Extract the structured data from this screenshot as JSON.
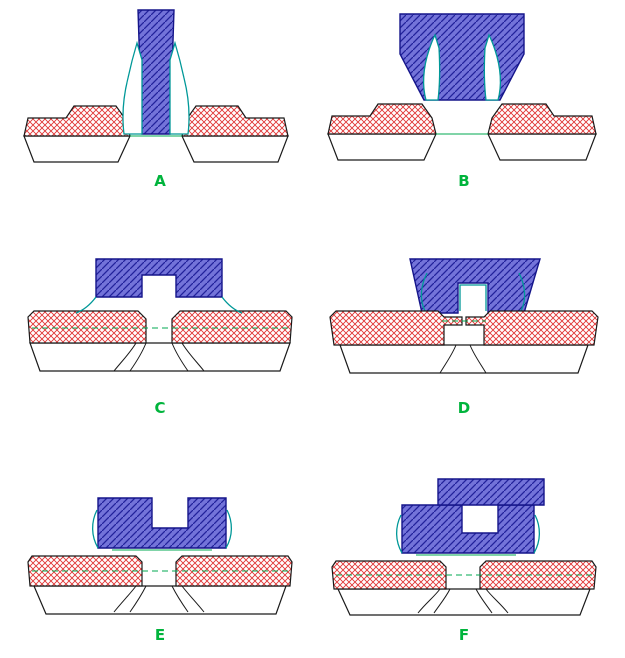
{
  "diagram": {
    "figures": [
      {
        "id": "A",
        "label": "A"
      },
      {
        "id": "B",
        "label": "B"
      },
      {
        "id": "C",
        "label": "C"
      },
      {
        "id": "D",
        "label": "D"
      },
      {
        "id": "E",
        "label": "E"
      },
      {
        "id": "F",
        "label": "F"
      }
    ],
    "palette": {
      "background": "#ffffff",
      "gate_fill": "#7373d9",
      "gate_hatch_line": "#22229b",
      "gate_outline": "#15158a",
      "source_drain_hatch": "#e03434",
      "structure_outline": "#1a1a1a",
      "spacer_teal": "#009898",
      "junction_green": "#00a850",
      "label_green": "#00b43c"
    }
  }
}
